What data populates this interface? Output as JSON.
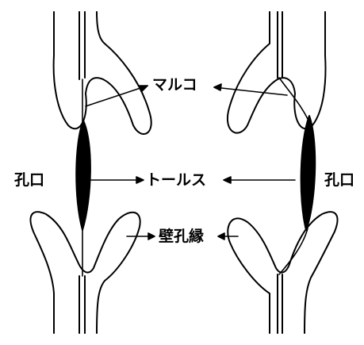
{
  "labels": {
    "margo": "マルコ",
    "torus": "トールス",
    "bordered_pit": "壁孔縁",
    "aperture_left": "孔口",
    "aperture_right": "孔口"
  },
  "colors": {
    "ink": "#000000",
    "background": "#ffffff"
  }
}
